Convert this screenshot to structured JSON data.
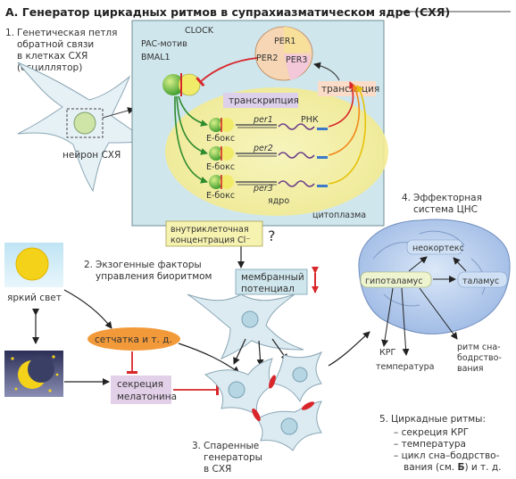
{
  "title": "А. Генератор циркадных ритмов в супрахиазматическом ядре (СХЯ)",
  "section1": {
    "number": "1.",
    "lines": [
      "Генетическая петля",
      "обратной связи",
      "в клетках СХЯ",
      "(осциллятор)"
    ],
    "neuron_label": "нейрон СХЯ"
  },
  "oscillator": {
    "clock": "CLOCK",
    "pac": "PAC-мотив",
    "bmal": "BMAL1",
    "per_proteins": [
      "PER1",
      "PER2",
      "PER3"
    ],
    "transcription": "транскрипция",
    "translation": "трансляция",
    "rna": "РНК",
    "ebox": "Е-бокс",
    "genes": [
      "per1",
      "per2",
      "per3"
    ],
    "nucleus": "ядро",
    "cytoplasm": "цитоплазма"
  },
  "chloride": {
    "line1": "внутриклеточная",
    "line2": "концентрация Cl⁻",
    "question": "?"
  },
  "membrane": {
    "line1": "мембранный",
    "line2": "потенциал"
  },
  "section2": {
    "number": "2.",
    "line1": "Экзогенные факторы",
    "line2": "управления биоритмом"
  },
  "bright_light": "яркий свет",
  "retina": "сетчатка и т. д.",
  "melatonin": {
    "line1": "секреция",
    "line2": "мелатонина"
  },
  "section3": {
    "number": "3.",
    "lines": [
      "Спаренные",
      "генераторы",
      "в СХЯ"
    ]
  },
  "section4": {
    "number": "4.",
    "line1": "Эффекторная",
    "line2": "система ЦНС"
  },
  "brain": {
    "neocortex": "неокортекс",
    "hypothalamus": "гипоталамус",
    "thalamus": "таламус",
    "krg": "КРГ",
    "temperature": "температура",
    "sleep": [
      "ритм сна-",
      "бодрство-",
      "вания"
    ]
  },
  "section5": {
    "number": "5.",
    "heading": "Циркадные ритмы:",
    "items": [
      "– секреция КРГ",
      "– температура",
      "– цикл сна–бодрство-"
    ],
    "last_a": "вания (см. ",
    "last_b": "Б",
    "last_c": ") и т. д."
  },
  "colors": {
    "panel": "#cfe6ec",
    "nucleus": "#f5f0a8",
    "label_purple": "#dcd0ea",
    "label_peach": "#fbdcc8",
    "retina": "#f29a3a",
    "inhibit_red": "#d8262a",
    "neuron": "#dcebf2",
    "brain": "#aec6ea"
  }
}
